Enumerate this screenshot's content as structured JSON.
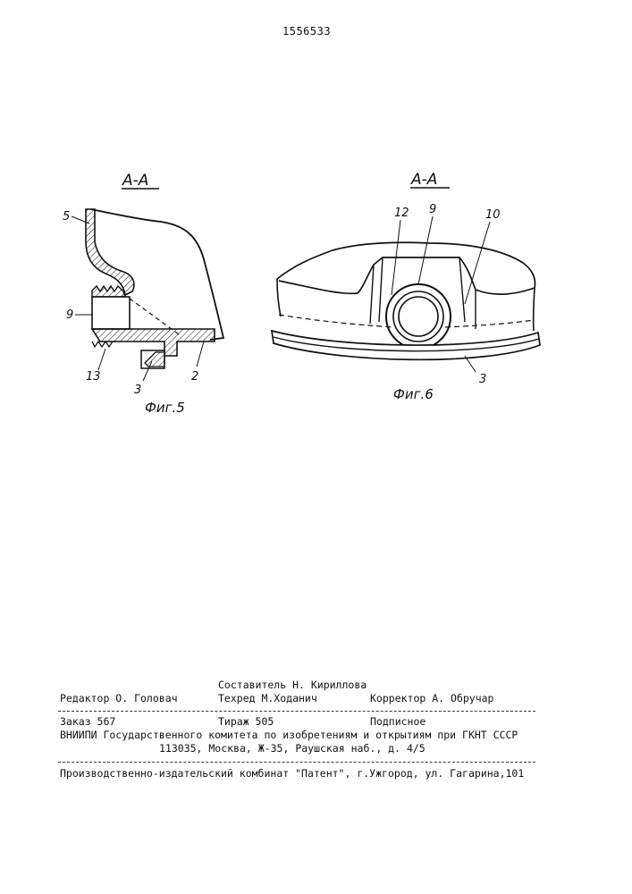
{
  "patent_number": "1556533",
  "figure5": {
    "section_label": "А-А",
    "caption": "Фиг.5",
    "callouts": [
      "5",
      "9",
      "13",
      "3",
      "2"
    ]
  },
  "figure6": {
    "section_label": "А-А",
    "caption": "Фиг.6",
    "callouts": [
      "12",
      "9",
      "10",
      "3"
    ]
  },
  "imprint": {
    "compiler": "Составитель Н. Кириллова",
    "editor": "Редактор О. Головач",
    "tech_editor": "Техред М.Ходанич",
    "proofreader": "Корректор А. Обручар",
    "order": "Заказ 567",
    "circulation": "Тираж 505",
    "subscription": "Подписное",
    "institute": "ВНИИПИ Государственного комитета по изобретениям и открытиям при ГКНТ СССР",
    "address": "113035, Москва, Ж-35, Раушская наб., д. 4/5",
    "printer": "Производственно-издательский комбинат \"Патент\", г.Ужгород, ул. Гагарина,101"
  }
}
